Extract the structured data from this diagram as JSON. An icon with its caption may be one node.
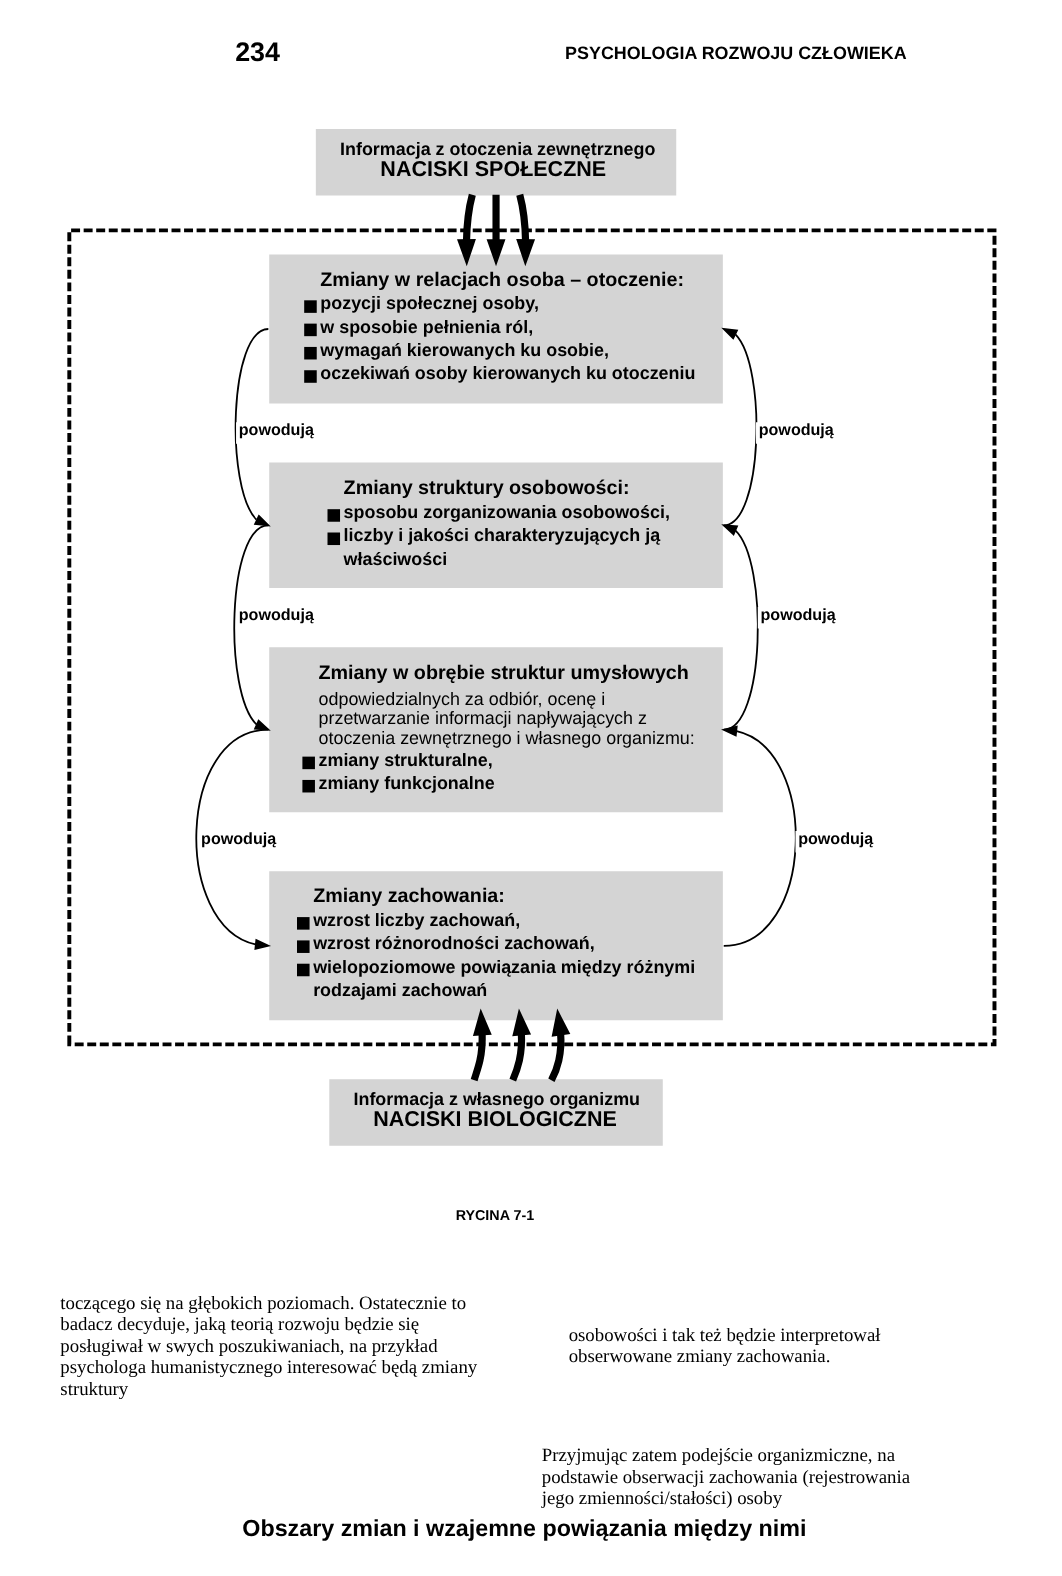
{
  "diagram": {
    "caption": "Obszary zmian i wzajemne powiązania między nimi",
    "nodes": [
      {
        "text": [
          "Informacja z otoczenia zewnętrznego",
          "NACISKI SPOŁECZNE"
        ]
      },
      {
        "text": [],
        "shape": "box"
      },
      {
        "text": [
          "Zmiany w relacjach osoba – otoczenie:",
          "pozycji społecznej osoby,",
          "w sposobie pełnienia ról,",
          "wymagań kierowanych ku osobie,",
          "oczekiwań osoby kierowanych ku otoczeniu"
        ],
        "in": 1
      },
      {
        "text": [
          "Zmiany struktury osobowości:",
          "sposobu zorganizowania osobowości,",
          "liczby i jakości charakteryzujących ją właściwości"
        ],
        "in": 1
      },
      {
        "text": [
          "Zmiany w obrębie struktur umysłowych",
          "odpowiedzialnych za odbiór, ocenę i przetwarzanie informacji napływających z otoczenia zewnętrznego i własnego organizmu:",
          "zmiany strukturalne,",
          "zmiany funkcjonalne"
        ],
        "in": 1
      },
      {
        "text": [
          "Zmiany zachowania:",
          "wzrost liczby zachowań,",
          "wzrost różnorodności zachowań,",
          "wielopoziomowe powiązania między różnymi rodzajami zachowań"
        ],
        "in": 1
      },
      {
        "text": [
          "Informacja z własnego organizmu",
          "NACISKI BIOLOGICZNE"
        ]
      }
    ],
    "edges": [
      {
        "from": 2,
        "to": 3,
        "arrow": "to",
        "label": "powodują"
      },
      {
        "from": 3,
        "to": 2,
        "arrow": "to",
        "label": "powodują"
      },
      {
        "from": 3,
        "to": 4,
        "arrow": "to",
        "label": "powodują"
      },
      {
        "from": 4,
        "to": 3,
        "arrow": "to",
        "label": "powodują"
      },
      {
        "from": 4,
        "to": 5,
        "arrow": "to",
        "label": "powodują"
      },
      {
        "from": 5,
        "to": 4,
        "arrow": "to",
        "label": "powodują"
      },
      {
        "from": 0,
        "to": 2,
        "arrow": "to",
        "style": "thick"
      },
      {
        "from": 0,
        "to": 2,
        "arrow": "to",
        "style": "thick"
      },
      {
        "from": 0,
        "to": 2,
        "arrow": "to",
        "style": "thick"
      },
      {
        "from": 6,
        "to": 5,
        "arrow": "to",
        "style": "thick"
      },
      {
        "from": 6,
        "to": 5,
        "arrow": "to",
        "style": "thick"
      },
      {
        "from": 6,
        "to": 5,
        "arrow": "to",
        "style": "thick"
      }
    ],
    "labels": [
      "234",
      "PSYCHOLOGIA ROZWOJU CZŁOWIEKA",
      "RYCINA 7-1",
      "toczącego się na głębokich poziomach. Ostatecznie to badacz decyduje, jaką teorią rozwoju będzie się posługiwał w swych poszukiwaniach, na przykład psychologa humanistycznego interesować będą zmiany struktury",
      "osobowości i tak też będzie interpretował obserwowane zmiany zachowania.",
      "Przyjmując zatem podejście organizmiczne, na podstawie obserwacji zachowania (rejestrowania jego zmienności/stałości) osoby"
    ]
  }
}
